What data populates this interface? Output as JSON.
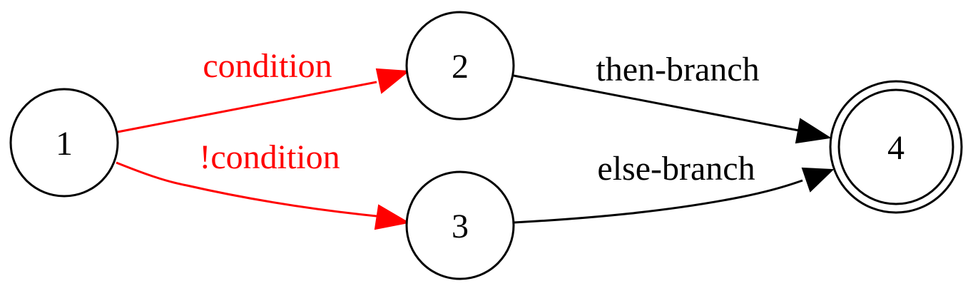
{
  "nodes": {
    "n1": {
      "label": "1"
    },
    "n2": {
      "label": "2"
    },
    "n3": {
      "label": "3"
    },
    "n4": {
      "label": "4",
      "accepting": true
    }
  },
  "edges": {
    "e12": {
      "label": "condition",
      "color": "#ff0000"
    },
    "e13": {
      "label": "!condition",
      "color": "#ff0000"
    },
    "e24": {
      "label": "then-branch",
      "color": "#000000"
    },
    "e34": {
      "label": "else-branch",
      "color": "#000000"
    }
  }
}
